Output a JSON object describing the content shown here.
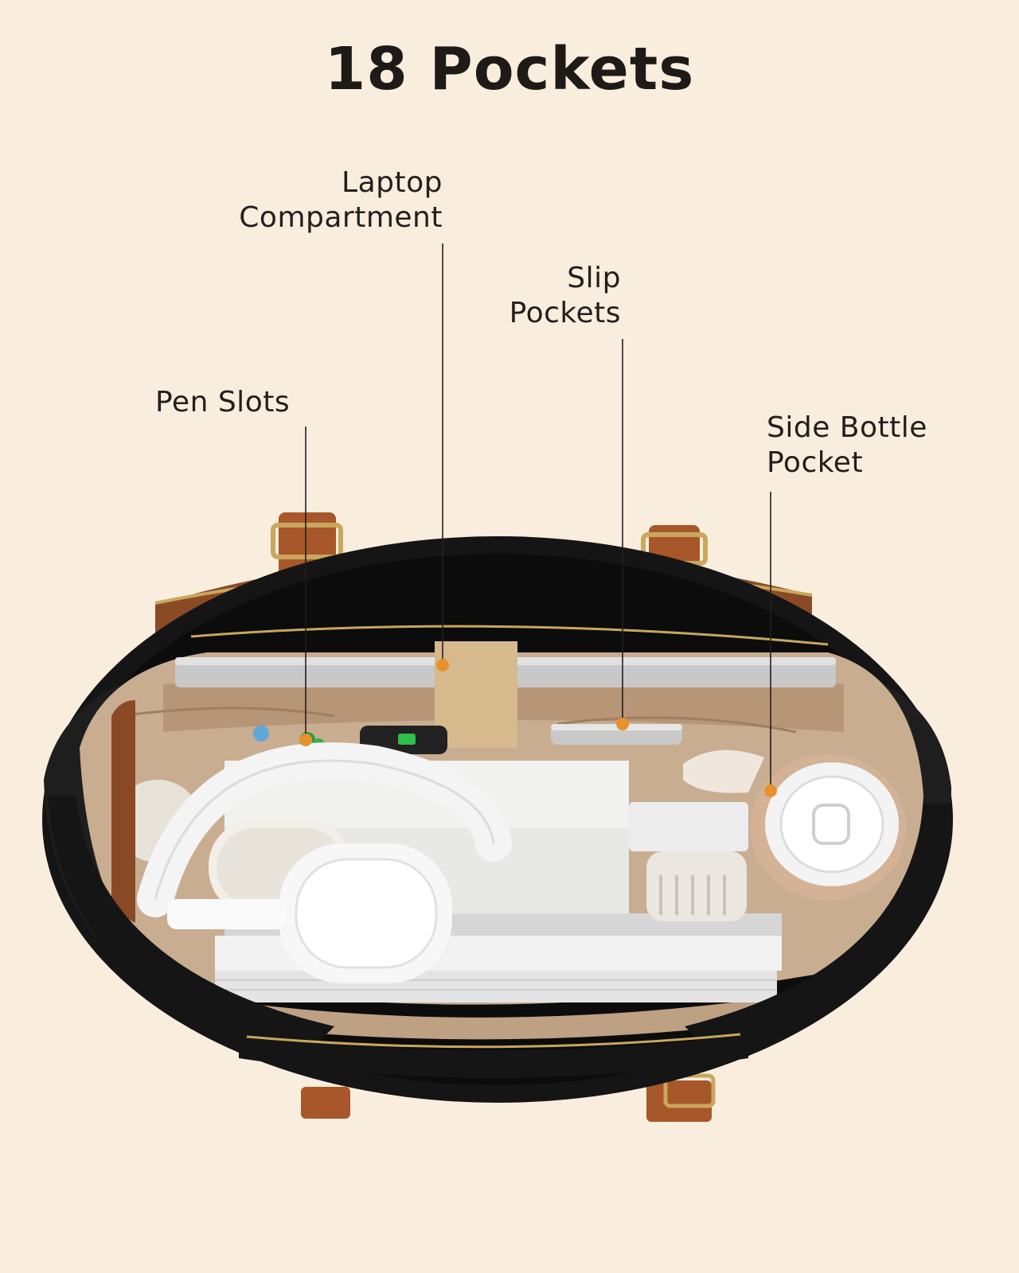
{
  "title": "18 Pockets",
  "callouts": {
    "laptop": [
      "Laptop",
      "Compartment"
    ],
    "slip": [
      "Slip",
      "Pockets"
    ],
    "pen": [
      "Pen Slots"
    ],
    "bottle": [
      "Side Bottle",
      "Pocket"
    ]
  },
  "colors": {
    "background": "#f9eede",
    "text": "#231f1c",
    "accent_dot": "#e8922f",
    "bag_body": "#151515",
    "lining": "#c9ad91",
    "leather": "#a8572a",
    "hardware": "#c9a75e"
  }
}
